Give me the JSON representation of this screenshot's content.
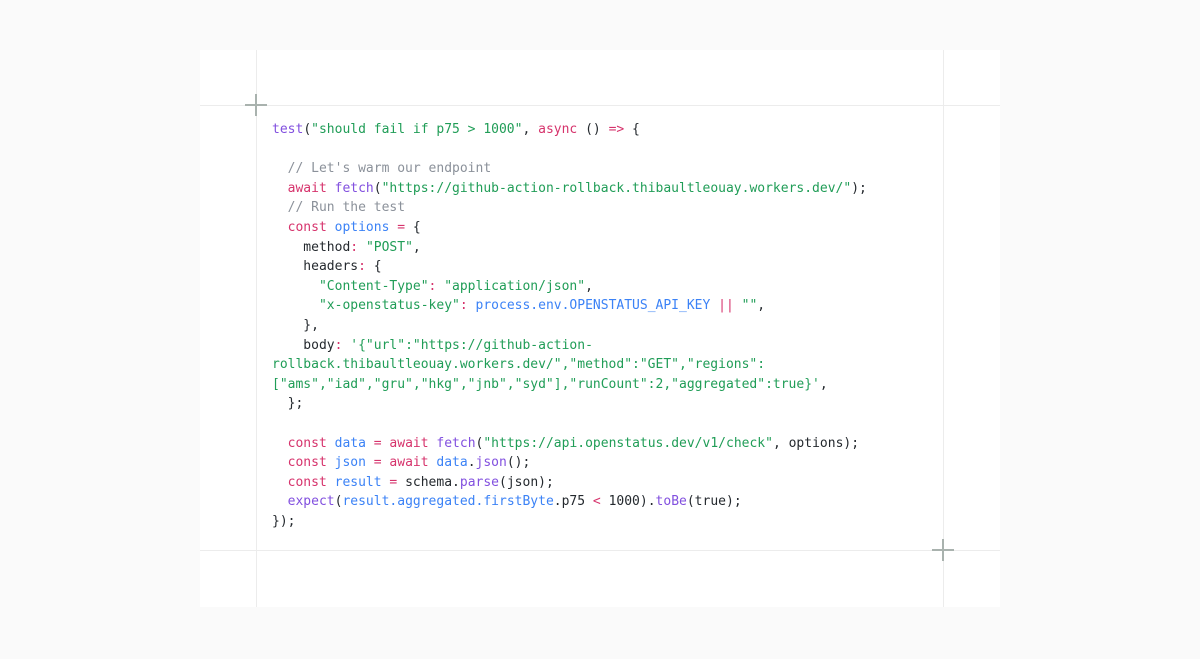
{
  "colors": {
    "page_bg": "#fafafa",
    "canvas_bg": "#ffffff",
    "rule": "#ececec",
    "crosshair": "#a9b2ae",
    "pl": "#24292e",
    "kw": "#d6336c",
    "fn": "#8250df",
    "vr": "#3b82f6",
    "st": "#209d57",
    "cm": "#8b919a"
  },
  "code": {
    "language": "javascript",
    "lines": [
      [
        {
          "c": "fn",
          "t": "test"
        },
        {
          "c": "pl",
          "t": "("
        },
        {
          "c": "st",
          "t": "\"should fail if p75 > 1000\""
        },
        {
          "c": "pl",
          "t": ", "
        },
        {
          "c": "kw",
          "t": "async"
        },
        {
          "c": "pl",
          "t": " () "
        },
        {
          "c": "kw",
          "t": "=>"
        },
        {
          "c": "pl",
          "t": " {"
        }
      ],
      [],
      [
        {
          "c": "pl",
          "t": "  "
        },
        {
          "c": "cm",
          "t": "// Let's warm our endpoint"
        }
      ],
      [
        {
          "c": "pl",
          "t": "  "
        },
        {
          "c": "kw",
          "t": "await"
        },
        {
          "c": "pl",
          "t": " "
        },
        {
          "c": "fn",
          "t": "fetch"
        },
        {
          "c": "pl",
          "t": "("
        },
        {
          "c": "st",
          "t": "\"https://github-action-rollback.thibaultleouay.workers.dev/\""
        },
        {
          "c": "pl",
          "t": ");"
        }
      ],
      [
        {
          "c": "pl",
          "t": "  "
        },
        {
          "c": "cm",
          "t": "// Run the test"
        }
      ],
      [
        {
          "c": "pl",
          "t": "  "
        },
        {
          "c": "kw",
          "t": "const"
        },
        {
          "c": "pl",
          "t": " "
        },
        {
          "c": "vr",
          "t": "options"
        },
        {
          "c": "pl",
          "t": " "
        },
        {
          "c": "kw",
          "t": "="
        },
        {
          "c": "pl",
          "t": " {"
        }
      ],
      [
        {
          "c": "pl",
          "t": "    method"
        },
        {
          "c": "kw",
          "t": ":"
        },
        {
          "c": "pl",
          "t": " "
        },
        {
          "c": "st",
          "t": "\"POST\""
        },
        {
          "c": "pl",
          "t": ","
        }
      ],
      [
        {
          "c": "pl",
          "t": "    headers"
        },
        {
          "c": "kw",
          "t": ":"
        },
        {
          "c": "pl",
          "t": " {"
        }
      ],
      [
        {
          "c": "pl",
          "t": "      "
        },
        {
          "c": "st",
          "t": "\"Content-Type\""
        },
        {
          "c": "kw",
          "t": ":"
        },
        {
          "c": "pl",
          "t": " "
        },
        {
          "c": "st",
          "t": "\"application/json\""
        },
        {
          "c": "pl",
          "t": ","
        }
      ],
      [
        {
          "c": "pl",
          "t": "      "
        },
        {
          "c": "st",
          "t": "\"x-openstatus-key\""
        },
        {
          "c": "kw",
          "t": ":"
        },
        {
          "c": "pl",
          "t": " "
        },
        {
          "c": "vr",
          "t": "process.env.OPENSTATUS_API_KEY"
        },
        {
          "c": "pl",
          "t": " "
        },
        {
          "c": "kw",
          "t": "||"
        },
        {
          "c": "pl",
          "t": " "
        },
        {
          "c": "st",
          "t": "\"\""
        },
        {
          "c": "pl",
          "t": ","
        }
      ],
      [
        {
          "c": "pl",
          "t": "    },"
        }
      ],
      [
        {
          "c": "pl",
          "t": "    body"
        },
        {
          "c": "kw",
          "t": ":"
        },
        {
          "c": "pl",
          "t": " "
        },
        {
          "c": "st",
          "t": "'{\"url\":\"https://github-action-"
        }
      ],
      [
        {
          "c": "st",
          "t": "rollback.thibaultleouay.workers.dev/\",\"method\":\"GET\",\"regions\":"
        }
      ],
      [
        {
          "c": "st",
          "t": "[\"ams\",\"iad\",\"gru\",\"hkg\",\"jnb\",\"syd\"],\"runCount\":2,\"aggregated\":true}'"
        },
        {
          "c": "pl",
          "t": ","
        }
      ],
      [
        {
          "c": "pl",
          "t": "  };"
        }
      ],
      [],
      [
        {
          "c": "pl",
          "t": "  "
        },
        {
          "c": "kw",
          "t": "const"
        },
        {
          "c": "pl",
          "t": " "
        },
        {
          "c": "vr",
          "t": "data"
        },
        {
          "c": "pl",
          "t": " "
        },
        {
          "c": "kw",
          "t": "="
        },
        {
          "c": "pl",
          "t": " "
        },
        {
          "c": "kw",
          "t": "await"
        },
        {
          "c": "pl",
          "t": " "
        },
        {
          "c": "fn",
          "t": "fetch"
        },
        {
          "c": "pl",
          "t": "("
        },
        {
          "c": "st",
          "t": "\"https://api.openstatus.dev/v1/check\""
        },
        {
          "c": "pl",
          "t": ", options);"
        }
      ],
      [
        {
          "c": "pl",
          "t": "  "
        },
        {
          "c": "kw",
          "t": "const"
        },
        {
          "c": "pl",
          "t": " "
        },
        {
          "c": "vr",
          "t": "json"
        },
        {
          "c": "pl",
          "t": " "
        },
        {
          "c": "kw",
          "t": "="
        },
        {
          "c": "pl",
          "t": " "
        },
        {
          "c": "kw",
          "t": "await"
        },
        {
          "c": "pl",
          "t": " "
        },
        {
          "c": "vr",
          "t": "data"
        },
        {
          "c": "pl",
          "t": "."
        },
        {
          "c": "fn",
          "t": "json"
        },
        {
          "c": "pl",
          "t": "();"
        }
      ],
      [
        {
          "c": "pl",
          "t": "  "
        },
        {
          "c": "kw",
          "t": "const"
        },
        {
          "c": "pl",
          "t": " "
        },
        {
          "c": "vr",
          "t": "result"
        },
        {
          "c": "pl",
          "t": " "
        },
        {
          "c": "kw",
          "t": "="
        },
        {
          "c": "pl",
          "t": " schema."
        },
        {
          "c": "fn",
          "t": "parse"
        },
        {
          "c": "pl",
          "t": "(json);"
        }
      ],
      [
        {
          "c": "pl",
          "t": "  "
        },
        {
          "c": "fn",
          "t": "expect"
        },
        {
          "c": "pl",
          "t": "("
        },
        {
          "c": "vr",
          "t": "result.aggregated.firstByte"
        },
        {
          "c": "pl",
          "t": ".p75 "
        },
        {
          "c": "kw",
          "t": "<"
        },
        {
          "c": "pl",
          "t": " 1000)."
        },
        {
          "c": "fn",
          "t": "toBe"
        },
        {
          "c": "pl",
          "t": "(true);"
        }
      ],
      [
        {
          "c": "pl",
          "t": "});"
        }
      ]
    ]
  }
}
